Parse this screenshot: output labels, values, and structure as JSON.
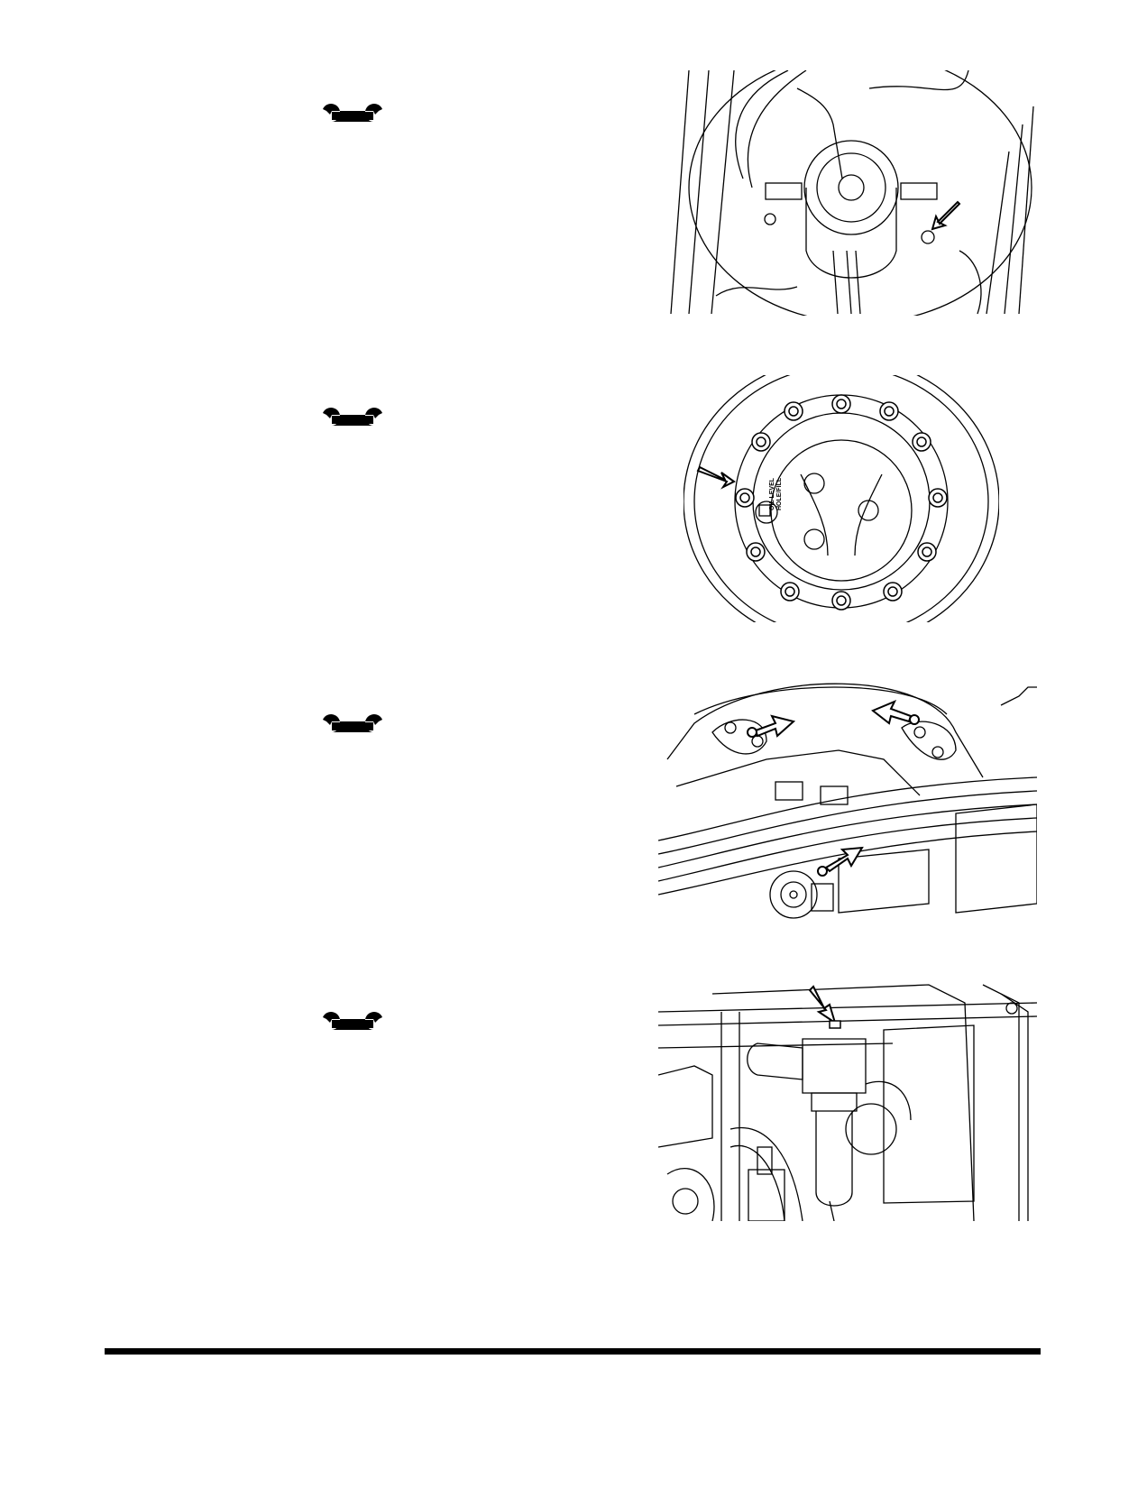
{
  "page": {
    "background": "#ffffff",
    "ink": "#000000"
  },
  "steps": [
    {
      "icon": "wrench-icon",
      "figure": "figure-gearbox-fill-plug"
    },
    {
      "icon": "wrench-icon",
      "figure": "figure-wheel-hub-oil-plug"
    },
    {
      "icon": "wrench-icon",
      "figure": "figure-axle-grease-points"
    },
    {
      "icon": "wrench-icon",
      "figure": "figure-hydraulic-filter"
    }
  ],
  "figures": {
    "hub_label_line1": "OIL LEVEL",
    "hub_label_line2": "HOLE/FILL"
  }
}
